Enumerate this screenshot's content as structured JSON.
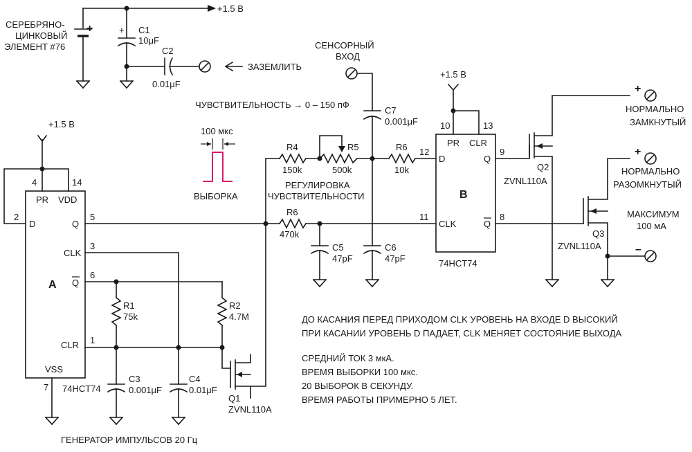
{
  "supply": {
    "rail_label": "+1.5 В",
    "battery_label_lines": [
      "СЕРЕБРЯНО-",
      "ЦИНКОВЫЙ",
      "ЭЛЕМЕНТ #76"
    ],
    "ground_label": "ЗАЗЕМЛИТЬ"
  },
  "components": {
    "c1": {
      "name": "C1",
      "value": "10μF"
    },
    "c2": {
      "name": "C2",
      "value": "0.01μF"
    },
    "c3": {
      "name": "C3",
      "value": "0.001μF"
    },
    "c4": {
      "name": "C4",
      "value": "0.01μF"
    },
    "c5": {
      "name": "C5",
      "value": "47pF"
    },
    "c6": {
      "name": "C6",
      "value": "47pF"
    },
    "c7": {
      "name": "C7",
      "value": "0.001μF"
    },
    "r1": {
      "name": "R1",
      "value": "75k"
    },
    "r2": {
      "name": "R2",
      "value": "4.7M"
    },
    "r4": {
      "name": "R4",
      "value": "150k"
    },
    "r5": {
      "name": "R5",
      "value": "500k"
    },
    "r6a": {
      "name": "R6",
      "value": "10k"
    },
    "r6b": {
      "name": "R6",
      "value": "470k"
    },
    "q1": {
      "name": "Q1",
      "part": "ZVNL110A"
    },
    "q2": {
      "name": "Q2",
      "part": "ZVNL110A"
    },
    "q3": {
      "name": "Q3",
      "part": "ZVNL110A"
    }
  },
  "chip_a": {
    "letter": "A",
    "part": "74HCT74",
    "pins": {
      "pr": "PR",
      "vdd": "VDD",
      "d": "D",
      "q": "Q",
      "clk": "CLK",
      "qbar": "Q",
      "clr": "CLR",
      "vss": "VSS"
    },
    "pin_numbers": {
      "p4": "4",
      "p14": "14",
      "p2": "2",
      "p5": "5",
      "p3": "3",
      "p6": "6",
      "p1": "1",
      "p7": "7"
    }
  },
  "chip_b": {
    "letter": "B",
    "part": "74HCT74",
    "pins": {
      "pr": "PR",
      "clr": "CLR",
      "d": "D",
      "q": "Q",
      "clk": "CLK",
      "qbar": "Q"
    },
    "pin_numbers": {
      "p10": "10",
      "p13": "13",
      "p12": "12",
      "p9": "9",
      "p11": "11",
      "p8": "8"
    }
  },
  "labels": {
    "vdd_a": "+1.5 В",
    "vdd_b": "+1.5 В",
    "sensor_lines": [
      "СЕНСОРНЫЙ",
      "ВХОД"
    ],
    "sensitivity": "ЧУВСТВИТЕЛЬНОСТЬ → 0 – 150 пФ",
    "pulse_width": "100 мкс",
    "sample": "ВЫБОРКА",
    "adjust_lines": [
      "РЕГУЛИРОВКА",
      "ЧУВСТВИТЕЛЬНОСТИ"
    ],
    "nc_lines": [
      "НОРМАЛЬНО",
      "ЗАМКНУТЫЙ"
    ],
    "no_lines": [
      "НОРМАЛЬНО",
      "РАЗОМКНУТЫЙ"
    ],
    "max_lines": [
      "МАКСИМУМ",
      "100 мА"
    ],
    "generator": "ГЕНЕРАТОР ИМПУЛЬСОВ 20 Гц",
    "plus": "+",
    "minus": "–"
  },
  "notes": [
    "ДО КАСАНИЯ ПЕРЕД ПРИХОДОМ CLK УРОВЕНЬ НА ВХОДЕ D ВЫСОКИЙ",
    "ПРИ КАСАНИИ УРОВЕНЬ D ПАДАЕТ, CLK МЕНЯЕТ СОСТОЯНИЕ ВЫХОДА",
    "СРЕДНИЙ ТОК 3 мкА.",
    "ВРЕМЯ ВЫБОРКИ 100 мкс.",
    "20 ВЫБОРОК В СЕКУНДУ.",
    "ВРЕМЯ РАБОТЫ ПРИМЕРНО 5 ЛЕТ."
  ],
  "colors": {
    "pulse": "#d81b6e",
    "ink": "#1a1a1a"
  }
}
